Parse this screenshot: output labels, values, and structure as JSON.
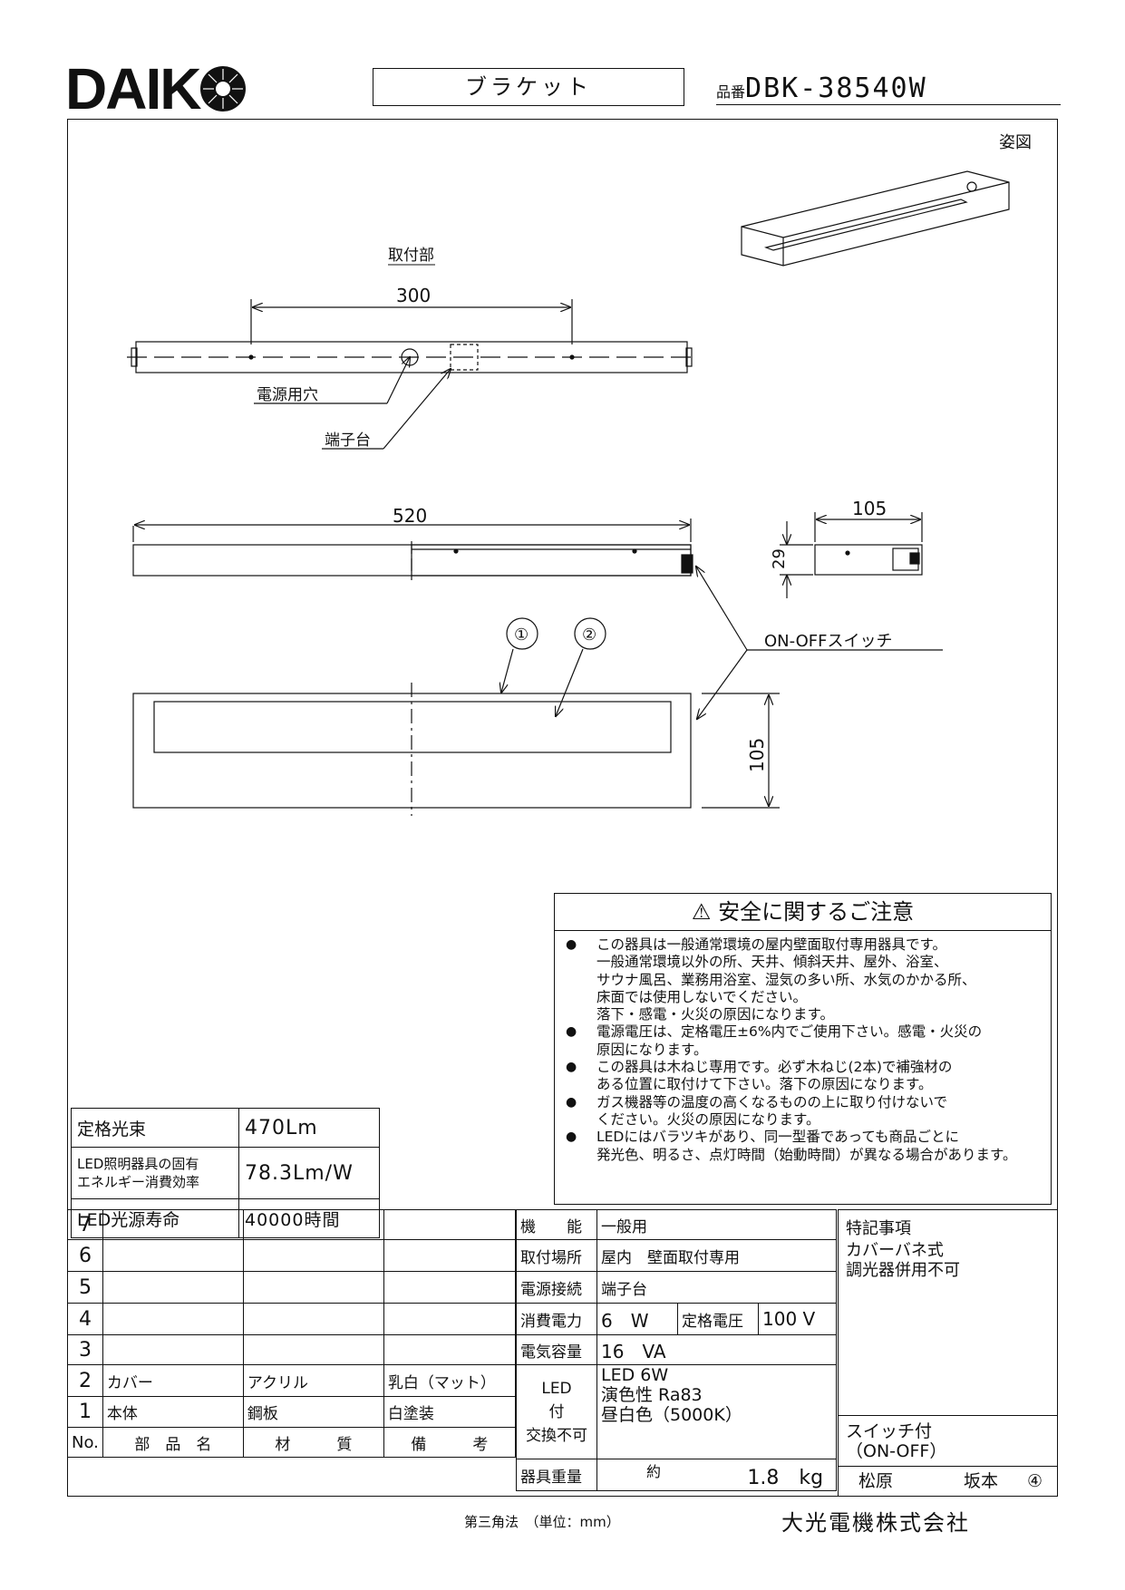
{
  "header": {
    "brand": "DAIK",
    "product_type": "ブラケット",
    "model_label": "品番",
    "model_number": "DBK-38540W"
  },
  "drawing": {
    "view_label": "姿図",
    "mount_section_label": "取付部",
    "dim_mount_spacing": "300",
    "label_power_hole": "電源用穴",
    "label_terminal_block": "端子台",
    "dim_length": "520",
    "dim_depth": "105",
    "dim_height": "29",
    "label_switch": "ON-OFFスイッチ",
    "callout_1": "①",
    "callout_2": "②",
    "dim_width": "105"
  },
  "safety": {
    "title": "安全に関するご注意",
    "items": [
      "この器具は一般通常環境の屋内壁面取付専用器具です。\n一般通常環境以外の所、天井、傾斜天井、屋外、浴室、\nサウナ風呂、業務用浴室、湿気の多い所、水気のかかる所、\n床面では使用しないでください。\n落下・感電・火災の原因になります。",
      "電源電圧は、定格電圧±6%内でご使用下さい。感電・火災の\n原因になります。",
      "この器具は木ねじ専用です。必ず木ねじ(2本)で補強材の\nある位置に取付けて下さい。落下の原因になります。",
      "ガス機器等の温度の高くなるものの上に取り付けないで\nください。火災の原因になります。",
      "LEDにはバラツキがあり、同一型番であっても商品ごとに\n発光色、明るさ、点灯時間（始動時間）が異なる場合があります。"
    ]
  },
  "specs": {
    "rated_flux_label": "定格光束",
    "rated_flux_value": "470Lm",
    "efficiency_label": "LED照明器具の固有\nエネルギー消費効率",
    "efficiency_value": "78.3Lm/W",
    "life_label": "LED光源寿命",
    "life_value": "40000時間"
  },
  "parts": {
    "rows": [
      {
        "no": "7",
        "name": "",
        "material": "",
        "note": ""
      },
      {
        "no": "6",
        "name": "",
        "material": "",
        "note": ""
      },
      {
        "no": "5",
        "name": "",
        "material": "",
        "note": ""
      },
      {
        "no": "4",
        "name": "",
        "material": "",
        "note": ""
      },
      {
        "no": "3",
        "name": "",
        "material": "",
        "note": ""
      },
      {
        "no": "2",
        "name": "カバー",
        "material": "アクリル",
        "note": "乳白（マット）"
      },
      {
        "no": "1",
        "name": "本体",
        "material": "鋼板",
        "note": "白塗装"
      }
    ],
    "header_no": "No.",
    "header_name": "部　品　名",
    "header_material": "材　　　質",
    "header_note": "備　　　考"
  },
  "info": {
    "function_label": "機　　能",
    "function_value": "一般用",
    "location_label": "取付場所",
    "location_value": "屋内　壁面取付専用",
    "connection_label": "電源接続",
    "connection_value": "端子台",
    "power_label": "消費電力",
    "power_value": "6　W",
    "voltage_label": "定格電圧",
    "voltage_value": "100 V",
    "capacity_label": "電気容量",
    "capacity_value": "16　VA",
    "led_label": "LED\n付\n交換不可",
    "led_value": "LED 6W\n演色性 Ra83\n昼白色（5000K）",
    "weight_label": "器具重量",
    "weight_prefix": "約",
    "weight_value": "1.8　kg"
  },
  "notes": {
    "title": "特記事項",
    "lines": "カバーバネ式\n調光器併用不可",
    "switch": "スイッチ付\n（ON-OFF）",
    "drafter": "松原",
    "checker": "坂本",
    "revision": "④"
  },
  "footer": {
    "projection": "第三角法　（単位：mm）",
    "company": "大光電機株式会社"
  }
}
